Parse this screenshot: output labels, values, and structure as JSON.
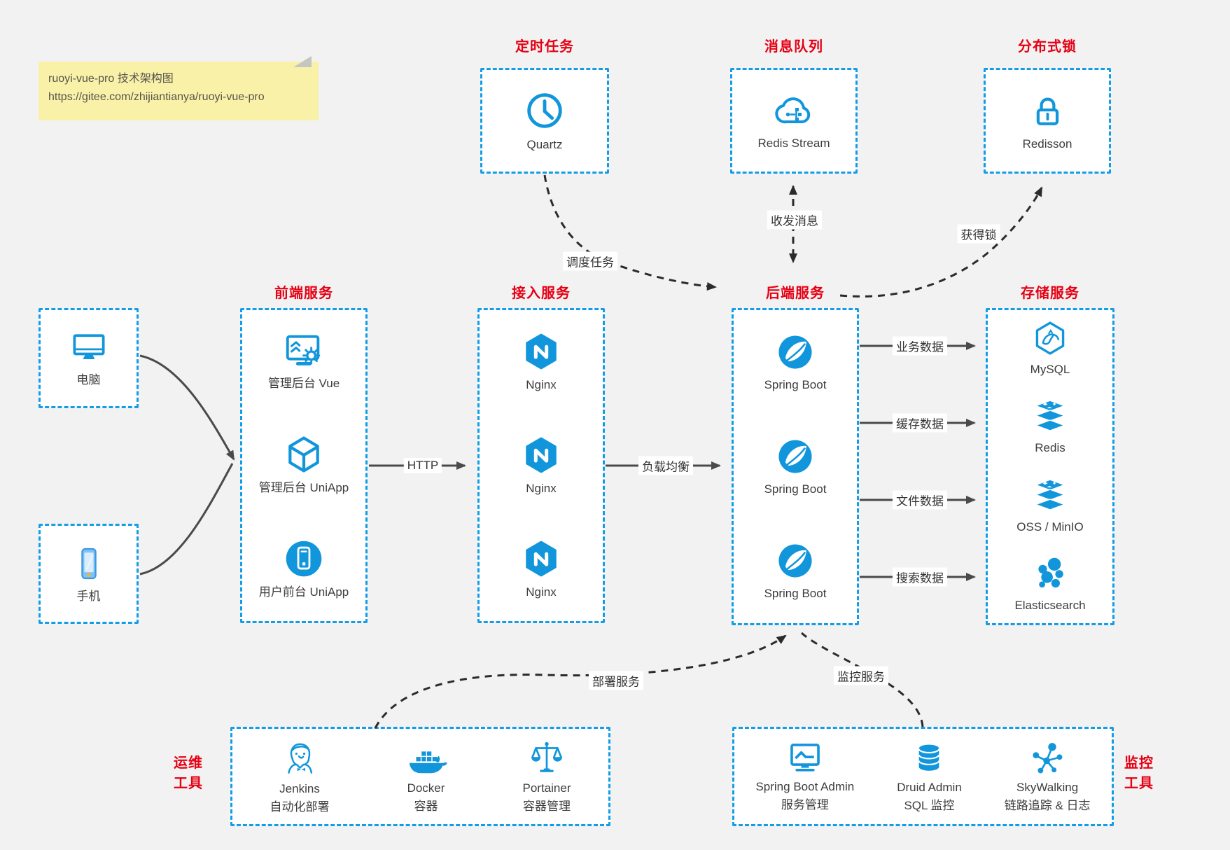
{
  "note": {
    "line1": "ruoyi-vue-pro 技术架构图",
    "line2": "https://gitee.com/zhijiantianya/ruoyi-vue-pro"
  },
  "colors": {
    "accent_blue": "#1296db",
    "border_blue": "#149de6",
    "title_red": "#e60013",
    "note_bg": "#faf1a9",
    "canvas_bg": "#f2f2f3"
  },
  "top_groups": [
    {
      "title": "定时任务",
      "label": "Quartz",
      "icon": "clock-icon"
    },
    {
      "title": "消息队列",
      "label": "Redis Stream",
      "icon": "cloud-queue-icon"
    },
    {
      "title": "分布式锁",
      "label": "Redisson",
      "icon": "lock-icon"
    }
  ],
  "clients": [
    {
      "label": "电脑",
      "icon": "desktop-icon"
    },
    {
      "label": "手机",
      "icon": "smartphone-icon"
    }
  ],
  "frontend": {
    "title": "前端服务",
    "items": [
      {
        "label": "管理后台 Vue"
      },
      {
        "label": "管理后台 UniApp"
      },
      {
        "label": "用户前台 UniApp"
      }
    ]
  },
  "gateway": {
    "title": "接入服务",
    "items": [
      {
        "label": "Nginx"
      },
      {
        "label": "Nginx"
      },
      {
        "label": "Nginx"
      }
    ]
  },
  "backend": {
    "title": "后端服务",
    "items": [
      {
        "label": "Spring Boot"
      },
      {
        "label": "Spring Boot"
      },
      {
        "label": "Spring Boot"
      }
    ]
  },
  "storage": {
    "title": "存储服务",
    "items": [
      {
        "label": "MySQL"
      },
      {
        "label": "Redis"
      },
      {
        "label": "OSS / MinIO"
      },
      {
        "label": "Elasticsearch"
      }
    ]
  },
  "edges": {
    "http": "HTTP",
    "load_balance": "负载均衡",
    "schedule": "调度任务",
    "messaging": "收发消息",
    "lock": "获得锁",
    "deploy": "部署服务",
    "monitor": "监控服务",
    "business": "业务数据",
    "cache": "缓存数据",
    "file": "文件数据",
    "search": "搜索数据"
  },
  "ops": {
    "label_line1": "运维",
    "label_line2": "工具",
    "items": [
      {
        "name": "Jenkins",
        "desc": "自动化部署"
      },
      {
        "name": "Docker",
        "desc": "容器"
      },
      {
        "name": "Portainer",
        "desc": "容器管理"
      }
    ]
  },
  "monitoring": {
    "label_line1": "监控",
    "label_line2": "工具",
    "items": [
      {
        "name": "Spring Boot Admin",
        "desc": "服务管理"
      },
      {
        "name": "Druid Admin",
        "desc": "SQL 监控"
      },
      {
        "name": "SkyWalking",
        "desc": "链路追踪 & 日志"
      }
    ]
  }
}
